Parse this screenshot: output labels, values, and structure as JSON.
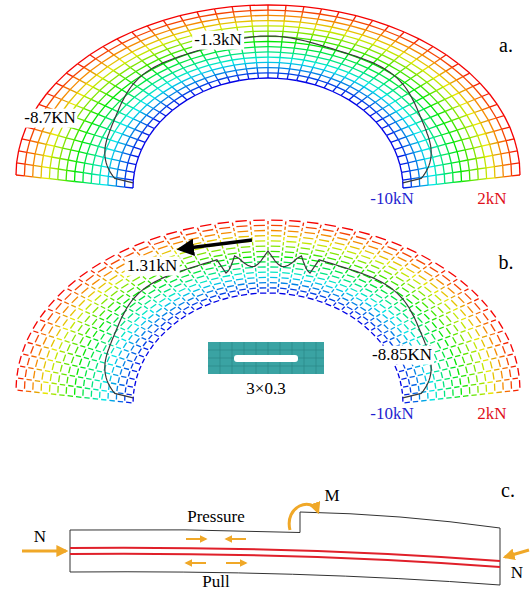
{
  "diagram": {
    "labels": [
      "a.",
      "-1.3kN",
      "-8.7KN",
      "-10kN",
      "2kN",
      "b.",
      "1.31kN",
      "-8.85KN",
      "3×0.3",
      "-10kN",
      "2kN",
      "c.",
      "N",
      "Pressure",
      "M",
      "Pull",
      "N"
    ]
  }
}
